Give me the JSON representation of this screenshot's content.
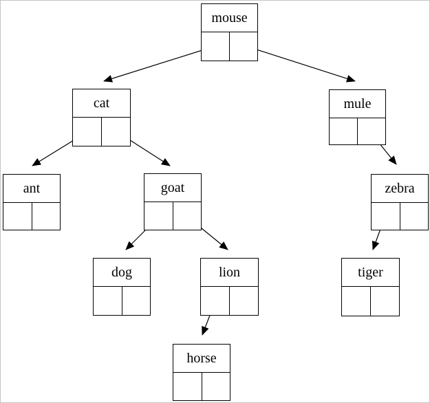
{
  "diagram": {
    "type": "binary-tree-linked-nodes",
    "nodes": [
      {
        "id": "mouse",
        "label": "mouse"
      },
      {
        "id": "cat",
        "label": "cat"
      },
      {
        "id": "mule",
        "label": "mule"
      },
      {
        "id": "ant",
        "label": "ant"
      },
      {
        "id": "goat",
        "label": "goat"
      },
      {
        "id": "zebra",
        "label": "zebra"
      },
      {
        "id": "dog",
        "label": "dog"
      },
      {
        "id": "lion",
        "label": "lion"
      },
      {
        "id": "tiger",
        "label": "tiger"
      },
      {
        "id": "horse",
        "label": "horse"
      }
    ],
    "edges": [
      {
        "from": "mouse",
        "side": "left",
        "to": "cat"
      },
      {
        "from": "mouse",
        "side": "right",
        "to": "mule"
      },
      {
        "from": "cat",
        "side": "left",
        "to": "ant"
      },
      {
        "from": "cat",
        "side": "right",
        "to": "goat"
      },
      {
        "from": "mule",
        "side": "right",
        "to": "zebra"
      },
      {
        "from": "goat",
        "side": "left",
        "to": "dog"
      },
      {
        "from": "goat",
        "side": "right",
        "to": "lion"
      },
      {
        "from": "zebra",
        "side": "left",
        "to": "tiger"
      },
      {
        "from": "lion",
        "side": "left",
        "to": "horse"
      }
    ]
  },
  "colors": {
    "line": "#000000",
    "background": "#ffffff",
    "frame_border": "#c4c4c4"
  }
}
